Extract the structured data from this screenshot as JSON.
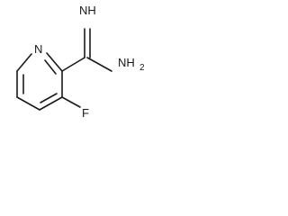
{
  "molecule": {
    "atoms": {
      "ring_nitrogen": "N",
      "imine_nitrogen": "NH",
      "amine_nitrogen": "NH",
      "amine_subscript": "2",
      "fluorine": "F"
    },
    "colors": {
      "bond": "#1a1a1a",
      "label": "#1a1a1a",
      "background": "#ffffff"
    }
  }
}
